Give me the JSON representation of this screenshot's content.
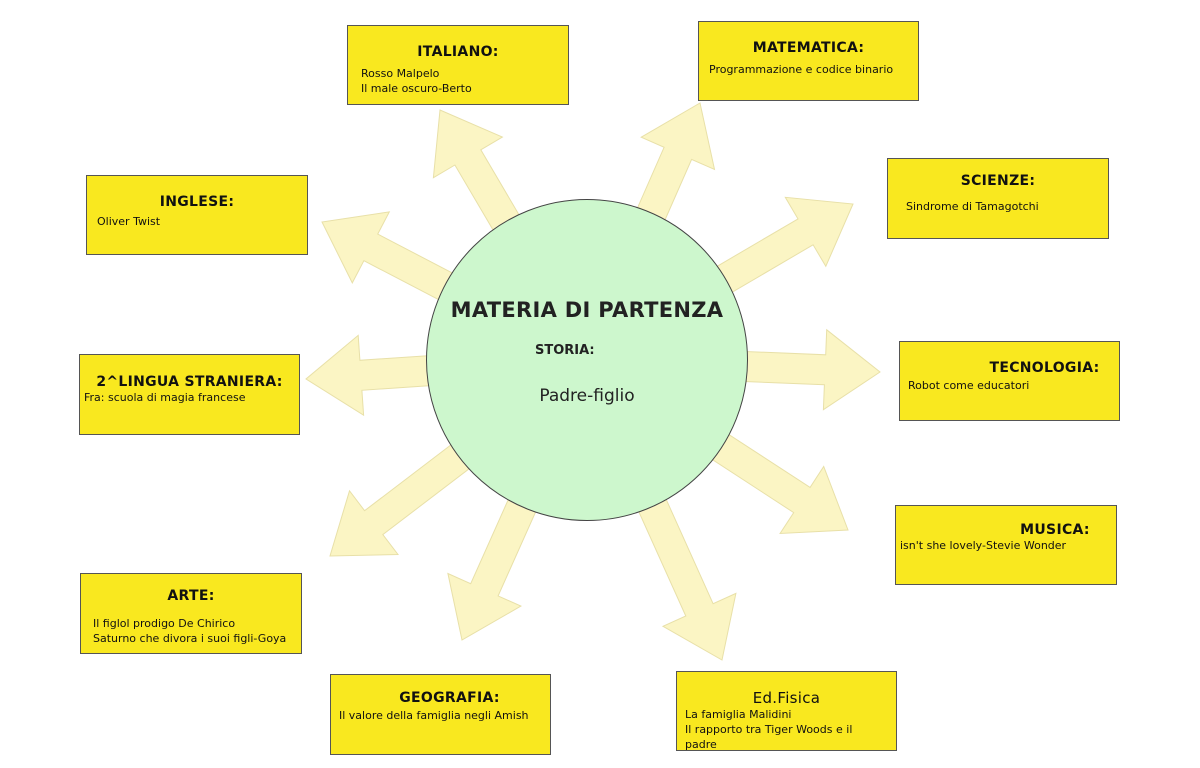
{
  "center": {
    "title": "MATERIA DI PARTENZA",
    "subject": "STORIA:",
    "topic": "Padre-figlio"
  },
  "subjects": [
    {
      "key": "italiano",
      "title": "ITALIANO:",
      "lines": [
        "Rosso Malpelo",
        "Il male oscuro-Berto"
      ]
    },
    {
      "key": "matematica",
      "title": "MATEMATICA:",
      "lines": [
        "Programmazione e codice binario"
      ]
    },
    {
      "key": "inglese",
      "title": "INGLESE:",
      "lines": [
        "Oliver Twist"
      ]
    },
    {
      "key": "scienze",
      "title": "SCIENZE:",
      "lines": [
        "Sindrome di Tamagotchi"
      ]
    },
    {
      "key": "lingua2",
      "title": "2^LINGUA STRANIERA:",
      "lines": [
        "Fra: scuola di magia francese"
      ]
    },
    {
      "key": "tecnologia",
      "title": "TECNOLOGIA:",
      "lines": [
        "Robot come educatori"
      ]
    },
    {
      "key": "musica",
      "title": "MUSICA:",
      "lines": [
        "isn't she lovely-Stevie Wonder"
      ]
    },
    {
      "key": "arte",
      "title": "ARTE:",
      "lines": [
        "Il figlol prodigo De Chirico",
        "Saturno che divora i suoi figli-Goya"
      ]
    },
    {
      "key": "geografia",
      "title": "GEOGRAFIA:",
      "lines": [
        "Il valore della famiglia negli Amish"
      ]
    },
    {
      "key": "edfisica",
      "title": "Ed.Fisica",
      "lines": [
        "La famiglia Malidini",
        "Il rapporto tra Tiger Woods e il",
        "padre"
      ]
    }
  ],
  "colors": {
    "box_fill": "#f9e81f",
    "circle_fill": "#cdf7cd",
    "arrow_fill": "#fbf5c4"
  }
}
